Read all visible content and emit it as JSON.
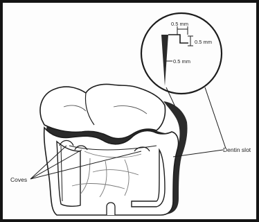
{
  "labels": {
    "dim_top": "0.5 mm",
    "dim_right": "0.5 mm",
    "dim_bottom": "0.5 mm",
    "dentin_slot": "Dentin slot",
    "coves": "Coves"
  },
  "colors": {
    "ink": "#1c1c1c",
    "shadow": "#2c2c2c",
    "frame": "#141414",
    "background": "#fdfdfd"
  }
}
